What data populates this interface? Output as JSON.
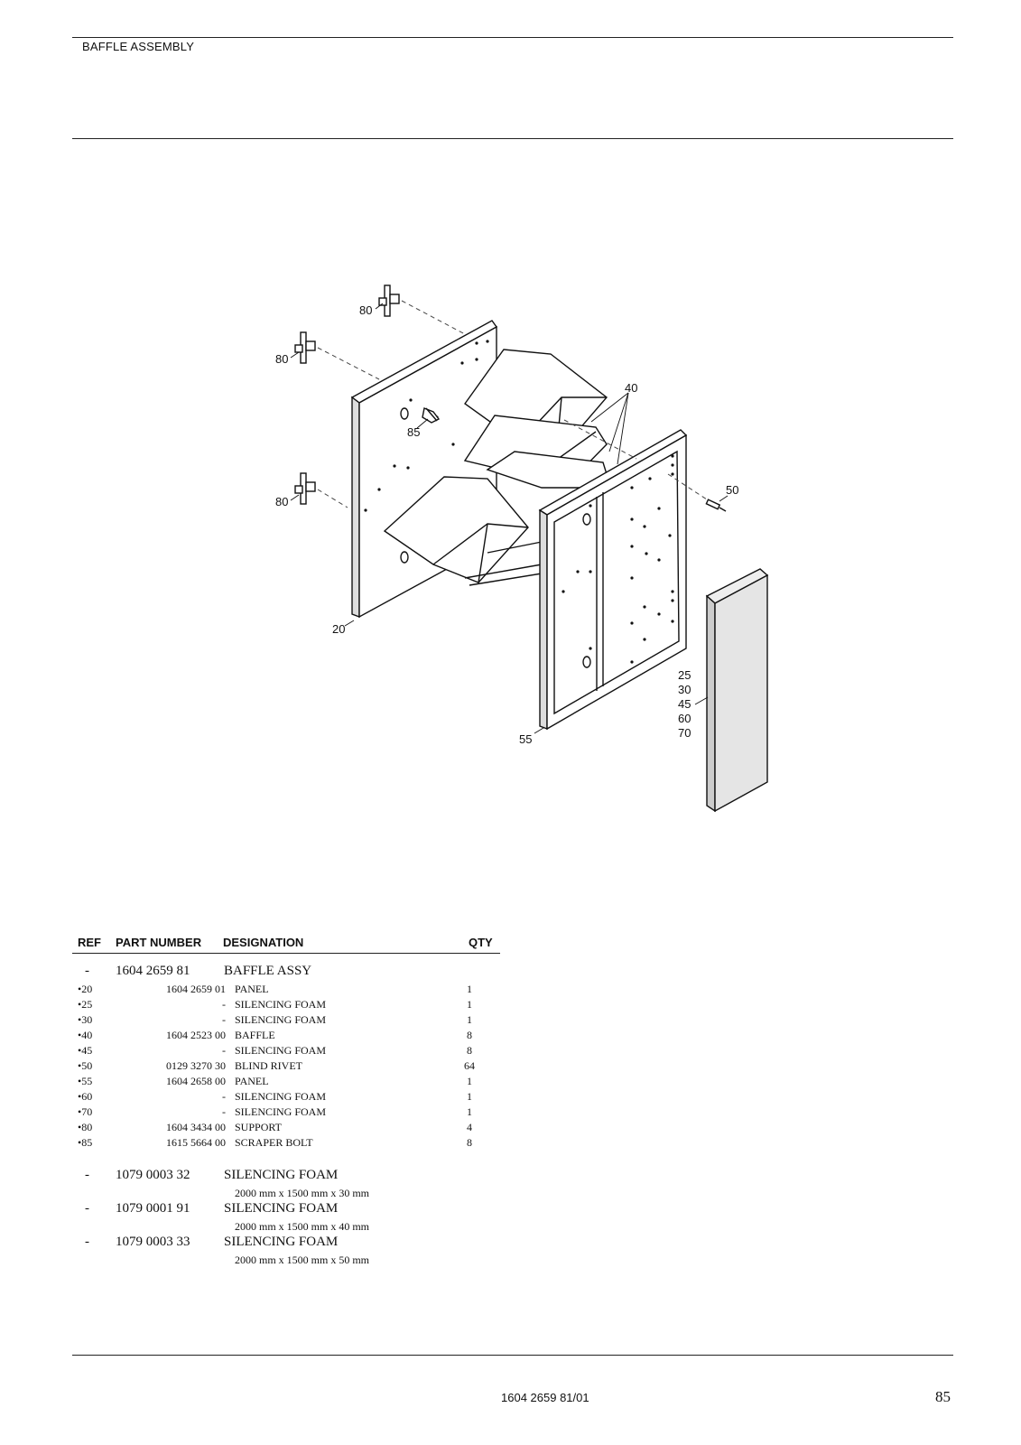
{
  "header": {
    "title": "BAFFLE ASSEMBLY"
  },
  "diagram": {
    "callouts": [
      "80",
      "80",
      "80",
      "40",
      "85",
      "50",
      "20",
      "55",
      "25",
      "30",
      "45",
      "60",
      "70"
    ]
  },
  "table": {
    "headers": {
      "ref": "REF",
      "part_number": "PART NUMBER",
      "designation": "DESIGNATION",
      "qty": "QTY"
    },
    "assembly": {
      "ref": "-",
      "part_number": "1604 2659 81",
      "designation": "BAFFLE ASSY"
    },
    "rows": [
      {
        "ref": "•20",
        "part_number": "1604 2659 01",
        "designation": "PANEL",
        "qty": "1"
      },
      {
        "ref": "•25",
        "part_number": "-",
        "designation": "SILENCING FOAM",
        "qty": "1"
      },
      {
        "ref": "•30",
        "part_number": "-",
        "designation": "SILENCING FOAM",
        "qty": "1"
      },
      {
        "ref": "•40",
        "part_number": "1604 2523 00",
        "designation": "BAFFLE",
        "qty": "8"
      },
      {
        "ref": "•45",
        "part_number": "-",
        "designation": "SILENCING FOAM",
        "qty": "8"
      },
      {
        "ref": "•50",
        "part_number": "0129 3270 30",
        "designation": "BLIND RIVET",
        "qty": "64"
      },
      {
        "ref": "•55",
        "part_number": "1604 2658 00",
        "designation": "PANEL",
        "qty": "1"
      },
      {
        "ref": "•60",
        "part_number": "-",
        "designation": "SILENCING FOAM",
        "qty": "1"
      },
      {
        "ref": "•70",
        "part_number": "-",
        "designation": "SILENCING FOAM",
        "qty": "1"
      },
      {
        "ref": "•80",
        "part_number": "1604 3434 00",
        "designation": "SUPPORT",
        "qty": "4"
      },
      {
        "ref": "•85",
        "part_number": "1615 5664 00",
        "designation": "SCRAPER BOLT",
        "qty": "8"
      }
    ],
    "extras": [
      {
        "ref": "-",
        "part_number": "1079 0003 32",
        "designation": "SILENCING FOAM",
        "note": "2000 mm x 1500 mm x 30 mm"
      },
      {
        "ref": "-",
        "part_number": "1079 0001 91",
        "designation": "SILENCING FOAM",
        "note": "2000 mm x 1500 mm x 40 mm"
      },
      {
        "ref": "-",
        "part_number": "1079 0003 33",
        "designation": "SILENCING FOAM",
        "note": "2000 mm x 1500 mm x 50 mm"
      }
    ]
  },
  "footer": {
    "doc_number": "1604 2659 81/01",
    "page_number": "85"
  }
}
